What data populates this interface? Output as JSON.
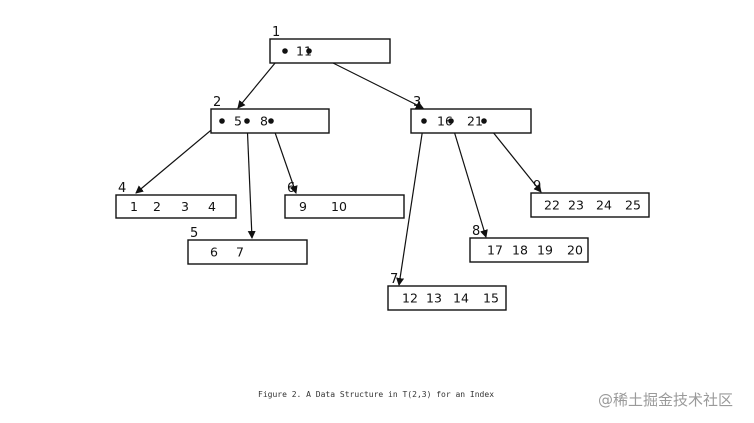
{
  "diagram": {
    "nodes": [
      {
        "id": "1",
        "keys": [
          "11"
        ]
      },
      {
        "id": "2",
        "keys": [
          "5",
          "8"
        ]
      },
      {
        "id": "3",
        "keys": [
          "16",
          "21"
        ]
      },
      {
        "id": "4",
        "keys": [
          "1",
          "2",
          "3",
          "4"
        ]
      },
      {
        "id": "5",
        "keys": [
          "6",
          "7"
        ]
      },
      {
        "id": "6",
        "keys": [
          "9",
          "10"
        ]
      },
      {
        "id": "7",
        "keys": [
          "12",
          "13",
          "14",
          "15"
        ]
      },
      {
        "id": "8",
        "keys": [
          "17",
          "18",
          "19",
          "20"
        ]
      },
      {
        "id": "9",
        "keys": [
          "22",
          "23",
          "24",
          "25"
        ]
      }
    ],
    "edges": [
      {
        "from": "1",
        "from_pointer": 0,
        "to": "2"
      },
      {
        "from": "1",
        "from_pointer": 1,
        "to": "3"
      },
      {
        "from": "2",
        "from_pointer": 0,
        "to": "4"
      },
      {
        "from": "2",
        "from_pointer": 1,
        "to": "5"
      },
      {
        "from": "2",
        "from_pointer": 2,
        "to": "6"
      },
      {
        "from": "3",
        "from_pointer": 0,
        "to": "7"
      },
      {
        "from": "3",
        "from_pointer": 1,
        "to": "8"
      },
      {
        "from": "3",
        "from_pointer": 2,
        "to": "9"
      }
    ]
  },
  "caption": "Figure 2.  A Data Structure in  T(2,3)  for an Index",
  "watermark": "@稀土掘金技术社区"
}
